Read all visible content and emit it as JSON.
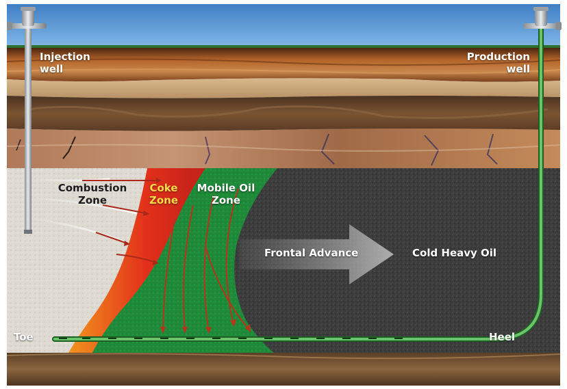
{
  "labels": {
    "injection_well": [
      "Injection",
      "well"
    ],
    "production_well": [
      "Production",
      "well"
    ],
    "combustion_zone": [
      "Combustion",
      "Zone"
    ],
    "coke_zone": [
      "Coke",
      "Zone"
    ],
    "mobile_oil_zone": [
      "Mobile Oil",
      "Zone"
    ],
    "frontal_advance": "Frontal Advance",
    "cold_heavy_oil": "Cold Heavy Oil",
    "toe": "Toe",
    "heel": "Heel"
  },
  "colors": {
    "sky": "#4f8fcf",
    "well_pipe": "#3d9a3d",
    "combustion": "#d8d4cc",
    "coke": "#e8401a",
    "mobile_oil": "#1e8f3a",
    "cold_oil": "#3a3a3a"
  }
}
